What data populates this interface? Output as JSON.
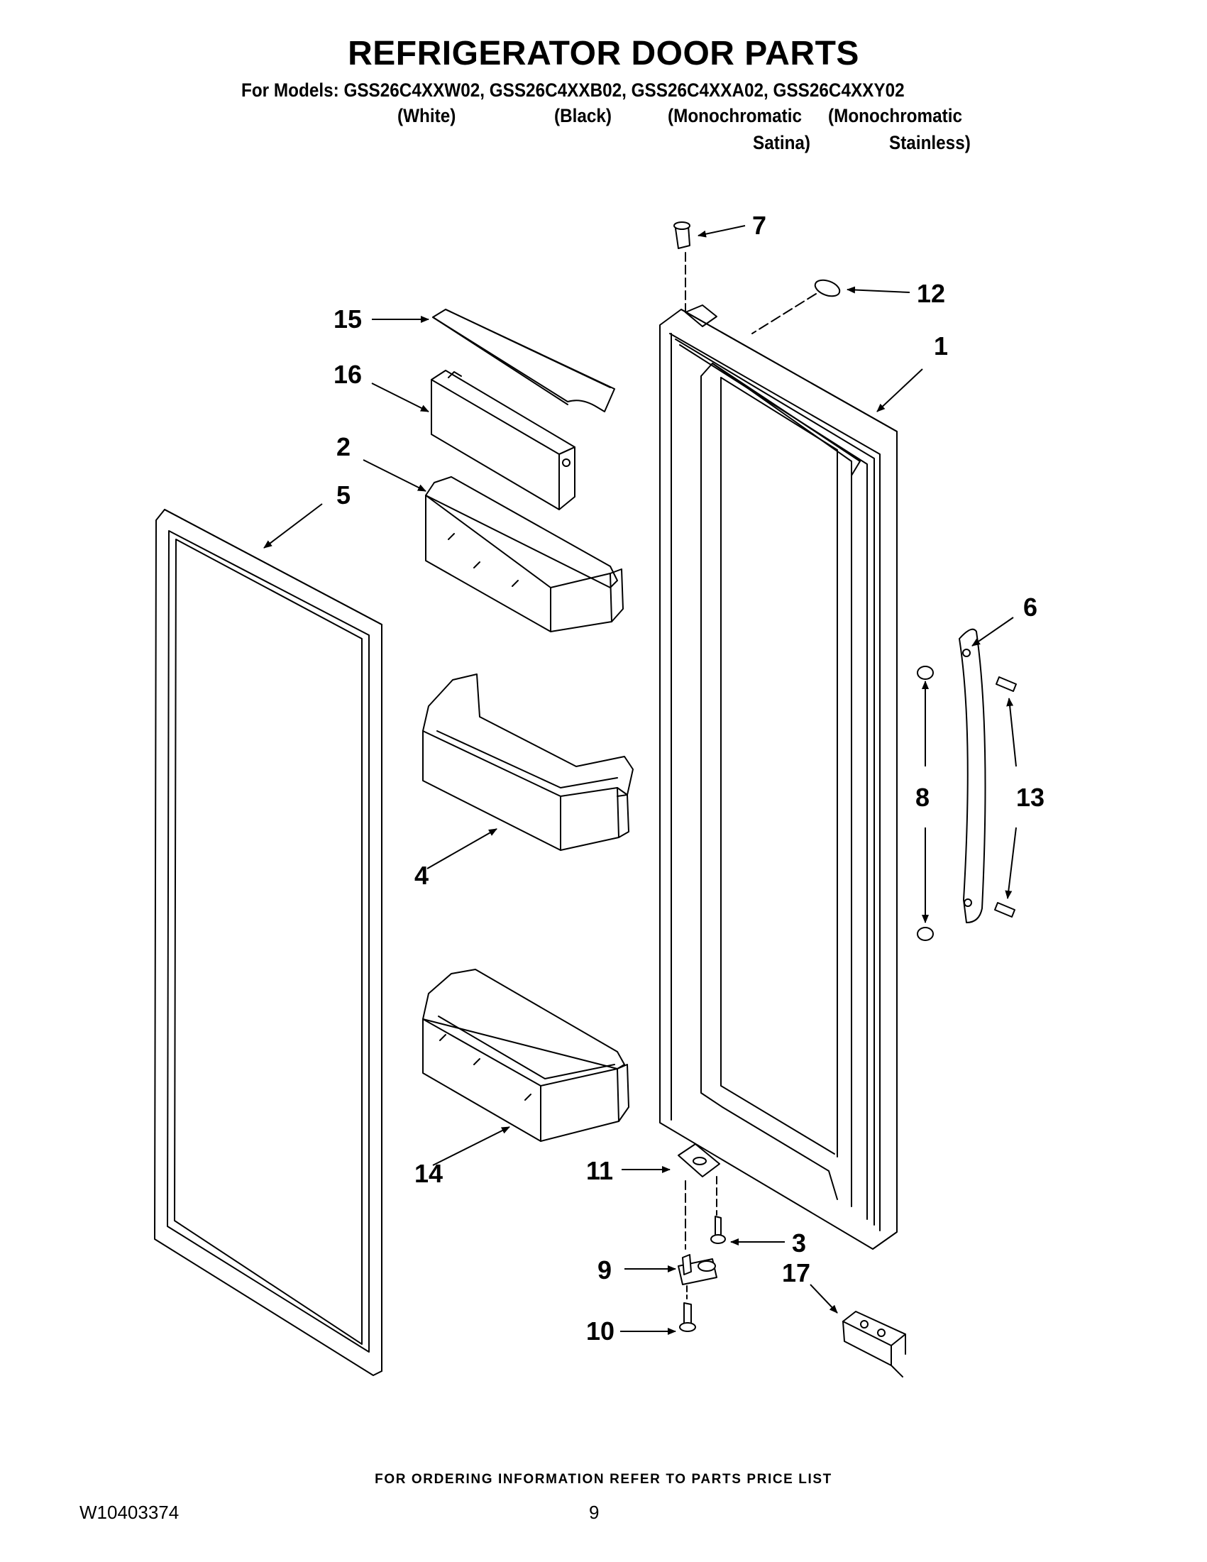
{
  "title": "REFRIGERATOR DOOR PARTS",
  "models_line": "For Models: GSS26C4XXW02, GSS26C4XXB02, GSS26C4XXA02, GSS26C4XXY02",
  "variants": {
    "white": "(White)",
    "black": "(Black)",
    "satina_1": "(Monochromatic",
    "satina_2": "Satina)",
    "stainless_1": "(Monochromatic",
    "stainless_2": "Stainless)"
  },
  "callouts": {
    "c1": "1",
    "c2": "2",
    "c3": "3",
    "c4": "4",
    "c5": "5",
    "c6": "6",
    "c7": "7",
    "c8": "8",
    "c9": "9",
    "c10": "10",
    "c11": "11",
    "c12": "12",
    "c13": "13",
    "c14": "14",
    "c15": "15",
    "c16": "16",
    "c17": "17"
  },
  "footer": "FOR ORDERING INFORMATION REFER TO PARTS PRICE LIST",
  "document_number": "W10403374",
  "page_number": "9"
}
